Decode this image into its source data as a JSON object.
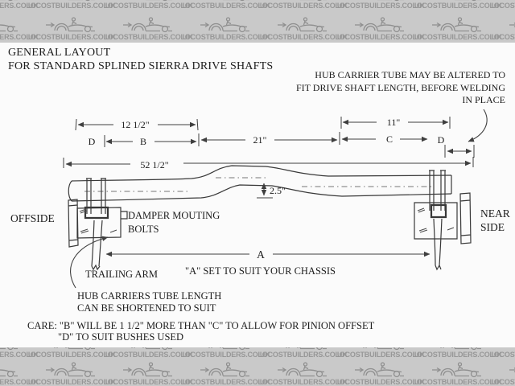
{
  "banner": {
    "text": "LOCOSTBUILDERS.CO.UK",
    "bg_color": "#c9c9c9",
    "ink_color": "#979797",
    "logo_icon": "locost-car-sketch"
  },
  "title": {
    "line1": "GENERAL LAYOUT",
    "line2": "FOR STANDARD SPLINED SIERRA DRIVE SHAFTS"
  },
  "note_top_right": {
    "line1": "HUB CARRIER TUBE MAY BE ALTERED TO",
    "line2": "FIT DRIVE SHAFT LENGTH, BEFORE WELDING",
    "line3": "IN PLACE"
  },
  "dimensions": {
    "d12": "12 1/2\"",
    "d11": "11\"",
    "d21": "21\"",
    "d52": "52 1/2\"",
    "d25": "2.5\"",
    "dD_left": "D",
    "dB": "B",
    "dC": "C",
    "dD_right": "D",
    "dA": "A"
  },
  "labels": {
    "offside": "OFFSIDE",
    "near_side_line1": "NEAR",
    "near_side_line2": "SIDE",
    "damper_line1": "DAMPER MOUTING",
    "damper_line2": "BOLTS",
    "trailing_arm": "TRAILING ARM",
    "a_note": "\"A\" SET TO SUIT YOUR CHASSIS"
  },
  "hub_note": {
    "line1": "HUB CARRIERS TUBE LENGTH",
    "line2": "CAN BE SHORTENED TO SUIT"
  },
  "care_note": {
    "line1": "CARE: \"B\" WILL BE 1 1/2\" MORE THAN \"C\" TO ALLOW FOR PINION OFFSET",
    "line2": "\"D\" TO SUIT BUSHES USED"
  }
}
